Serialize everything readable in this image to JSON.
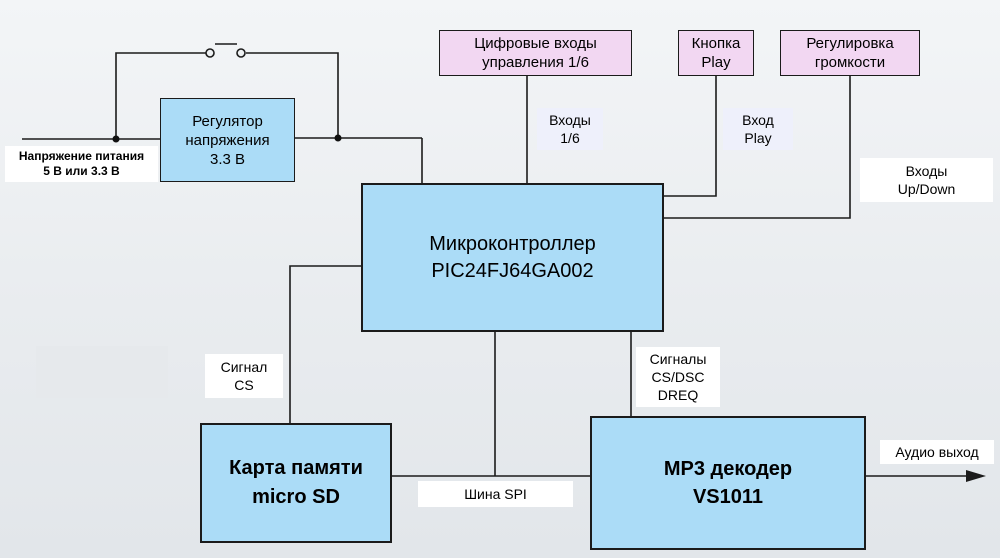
{
  "blocks": {
    "regulator": {
      "line1": "Регулятор",
      "line2": "напряжения",
      "line3": "3.3 В"
    },
    "mcu": {
      "line1": "Микроконтроллер",
      "line2": "PIC24FJ64GA002"
    },
    "sd_card": {
      "line1": "Карта памяти",
      "line2": "micro SD"
    },
    "mp3": {
      "line1": "MP3 декодер",
      "line2": "VS1011"
    },
    "digital_inputs": {
      "line1": "Цифровые входы",
      "line2": "управления 1/6"
    },
    "play_button": {
      "line1": "Кнопка",
      "line2": "Play"
    },
    "volume": {
      "line1": "Регулировка",
      "line2": "громкости"
    }
  },
  "labels": {
    "supply": {
      "line1": "Напряжение питания",
      "line2": "5 В или 3.3 В"
    },
    "inputs16": {
      "line1": "Входы",
      "line2": "1/6"
    },
    "play_in": {
      "line1": "Вход",
      "line2": "Play"
    },
    "updown": {
      "line1": "Входы",
      "line2": "Up/Down"
    },
    "cs": {
      "line1": "Сигнал",
      "line2": "CS"
    },
    "signals": {
      "line1": "Сигналы",
      "line2": "CS/DSC",
      "line3": "DREQ"
    },
    "spi": "Шина SPI",
    "audio_out": "Аудио выход"
  },
  "colors": {
    "block_fill": "#abdcf7",
    "input_fill": "#f2d7f2",
    "wire": "#1b1b1b"
  }
}
